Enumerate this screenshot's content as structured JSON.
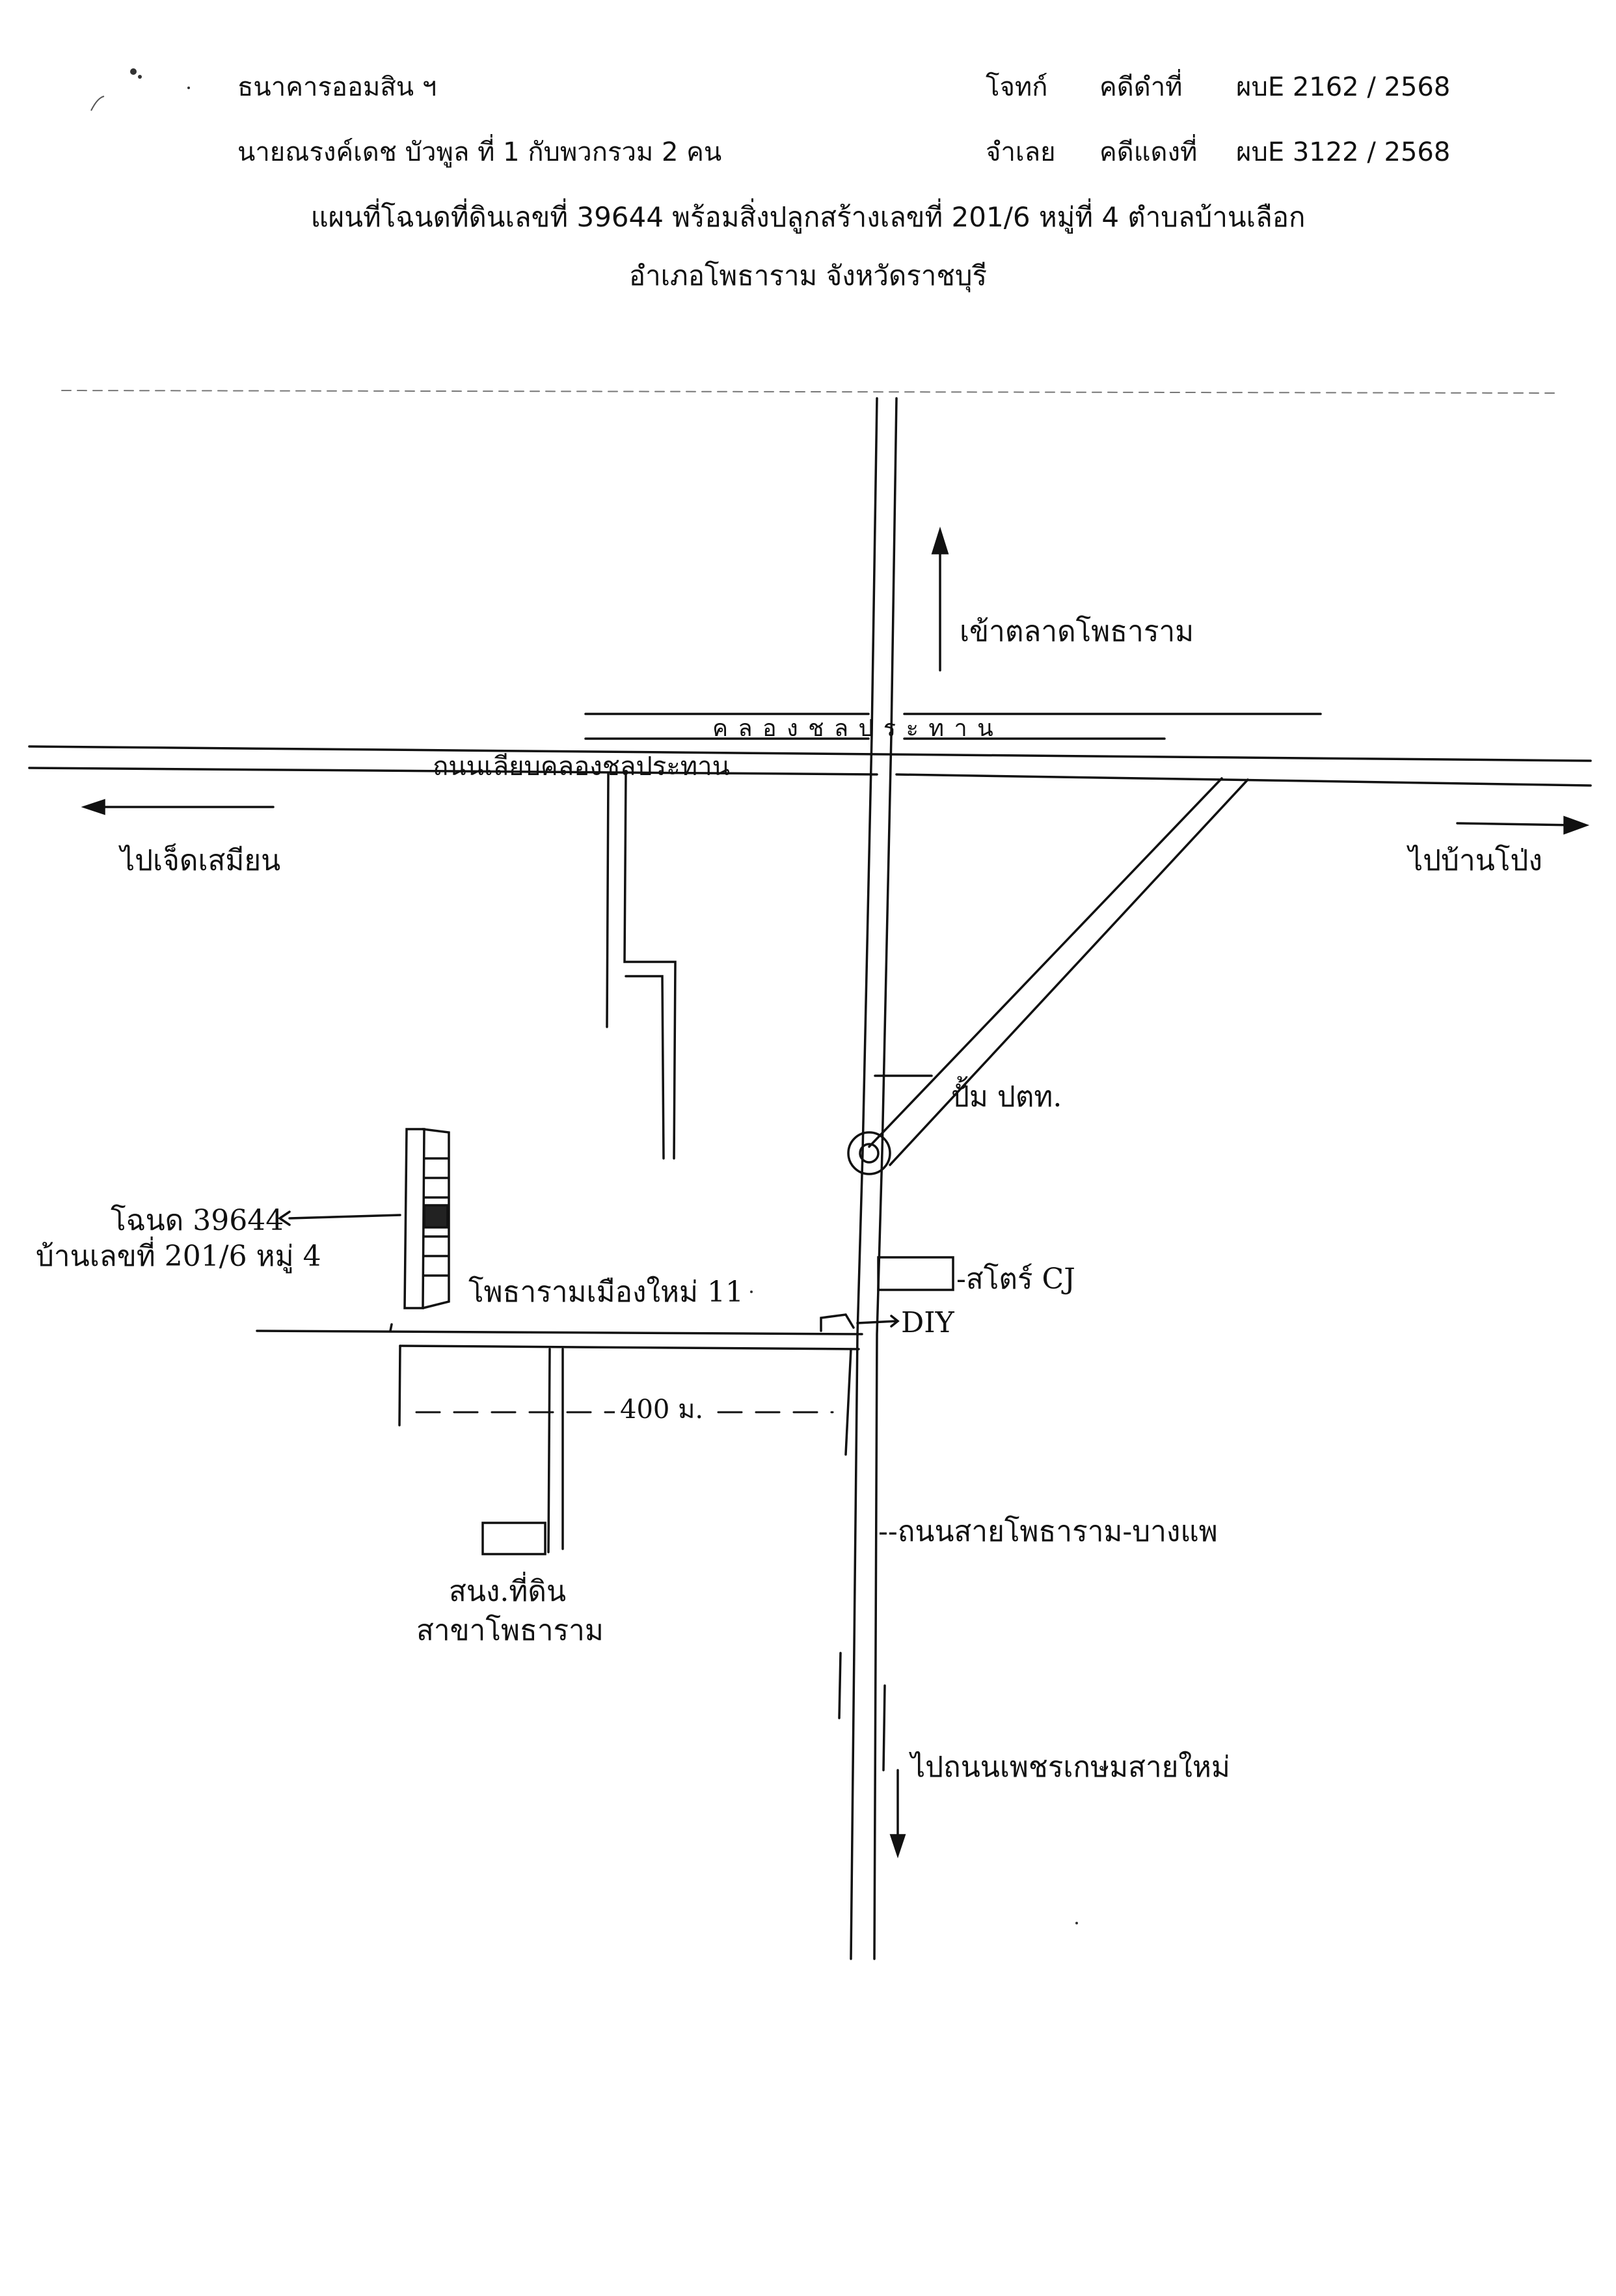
{
  "header": {
    "plaintiff_name": "ธนาคารออมสิน ฯ",
    "defendant_name": "นายณรงค์เดช  บัวพูล  ที่  1  กับพวกรวม  2  คน",
    "plaintiff_role": "โจทก์",
    "defendant_role": "จำเลย",
    "black_case_label": "คดีดำที่",
    "black_case_no": "ผบE 2162 / 2568",
    "red_case_label": "คดีแดงที่",
    "red_case_no": "ผบE 3122 / 2568"
  },
  "title": {
    "line1": "แผนที่โฉนดที่ดินเลขที่  39644  พร้อมสิ่งปลูกสร้างเลขที่  201/6  หมู่ที่  4  ตำบลบ้านเลือก",
    "line2": "อำเภอโพธาราม  จังหวัดราชบุรี"
  },
  "map": {
    "to_market": "เข้าตลาดโพธาราม",
    "canal": "ค ล อ ง          ช ล ป ร ะ ท า น",
    "canal_road": "ถนนเลียบคลองชลประทาน",
    "to_west": "ไปเจ็ดเสมียน",
    "to_east": "ไปบ้านโป่ง",
    "gas_station": "ปั้ม ปตท.",
    "deed_no": "โฉนด 39644",
    "house_no": "บ้านเลขที่ 201/6 หมู่ 4",
    "soi": "โพธารามเมืองใหม่ 11",
    "store": "-สโตร์  CJ",
    "diy": "DIY",
    "distance": "400 ม.",
    "main_road": "--ถนนสายโพธาราม-บางแพ",
    "land_office_1": "สนง.ที่ดิน",
    "land_office_2": "สาขาโพธาราม",
    "to_south": "ไปถนนเพชรเกษมสายใหม่"
  }
}
